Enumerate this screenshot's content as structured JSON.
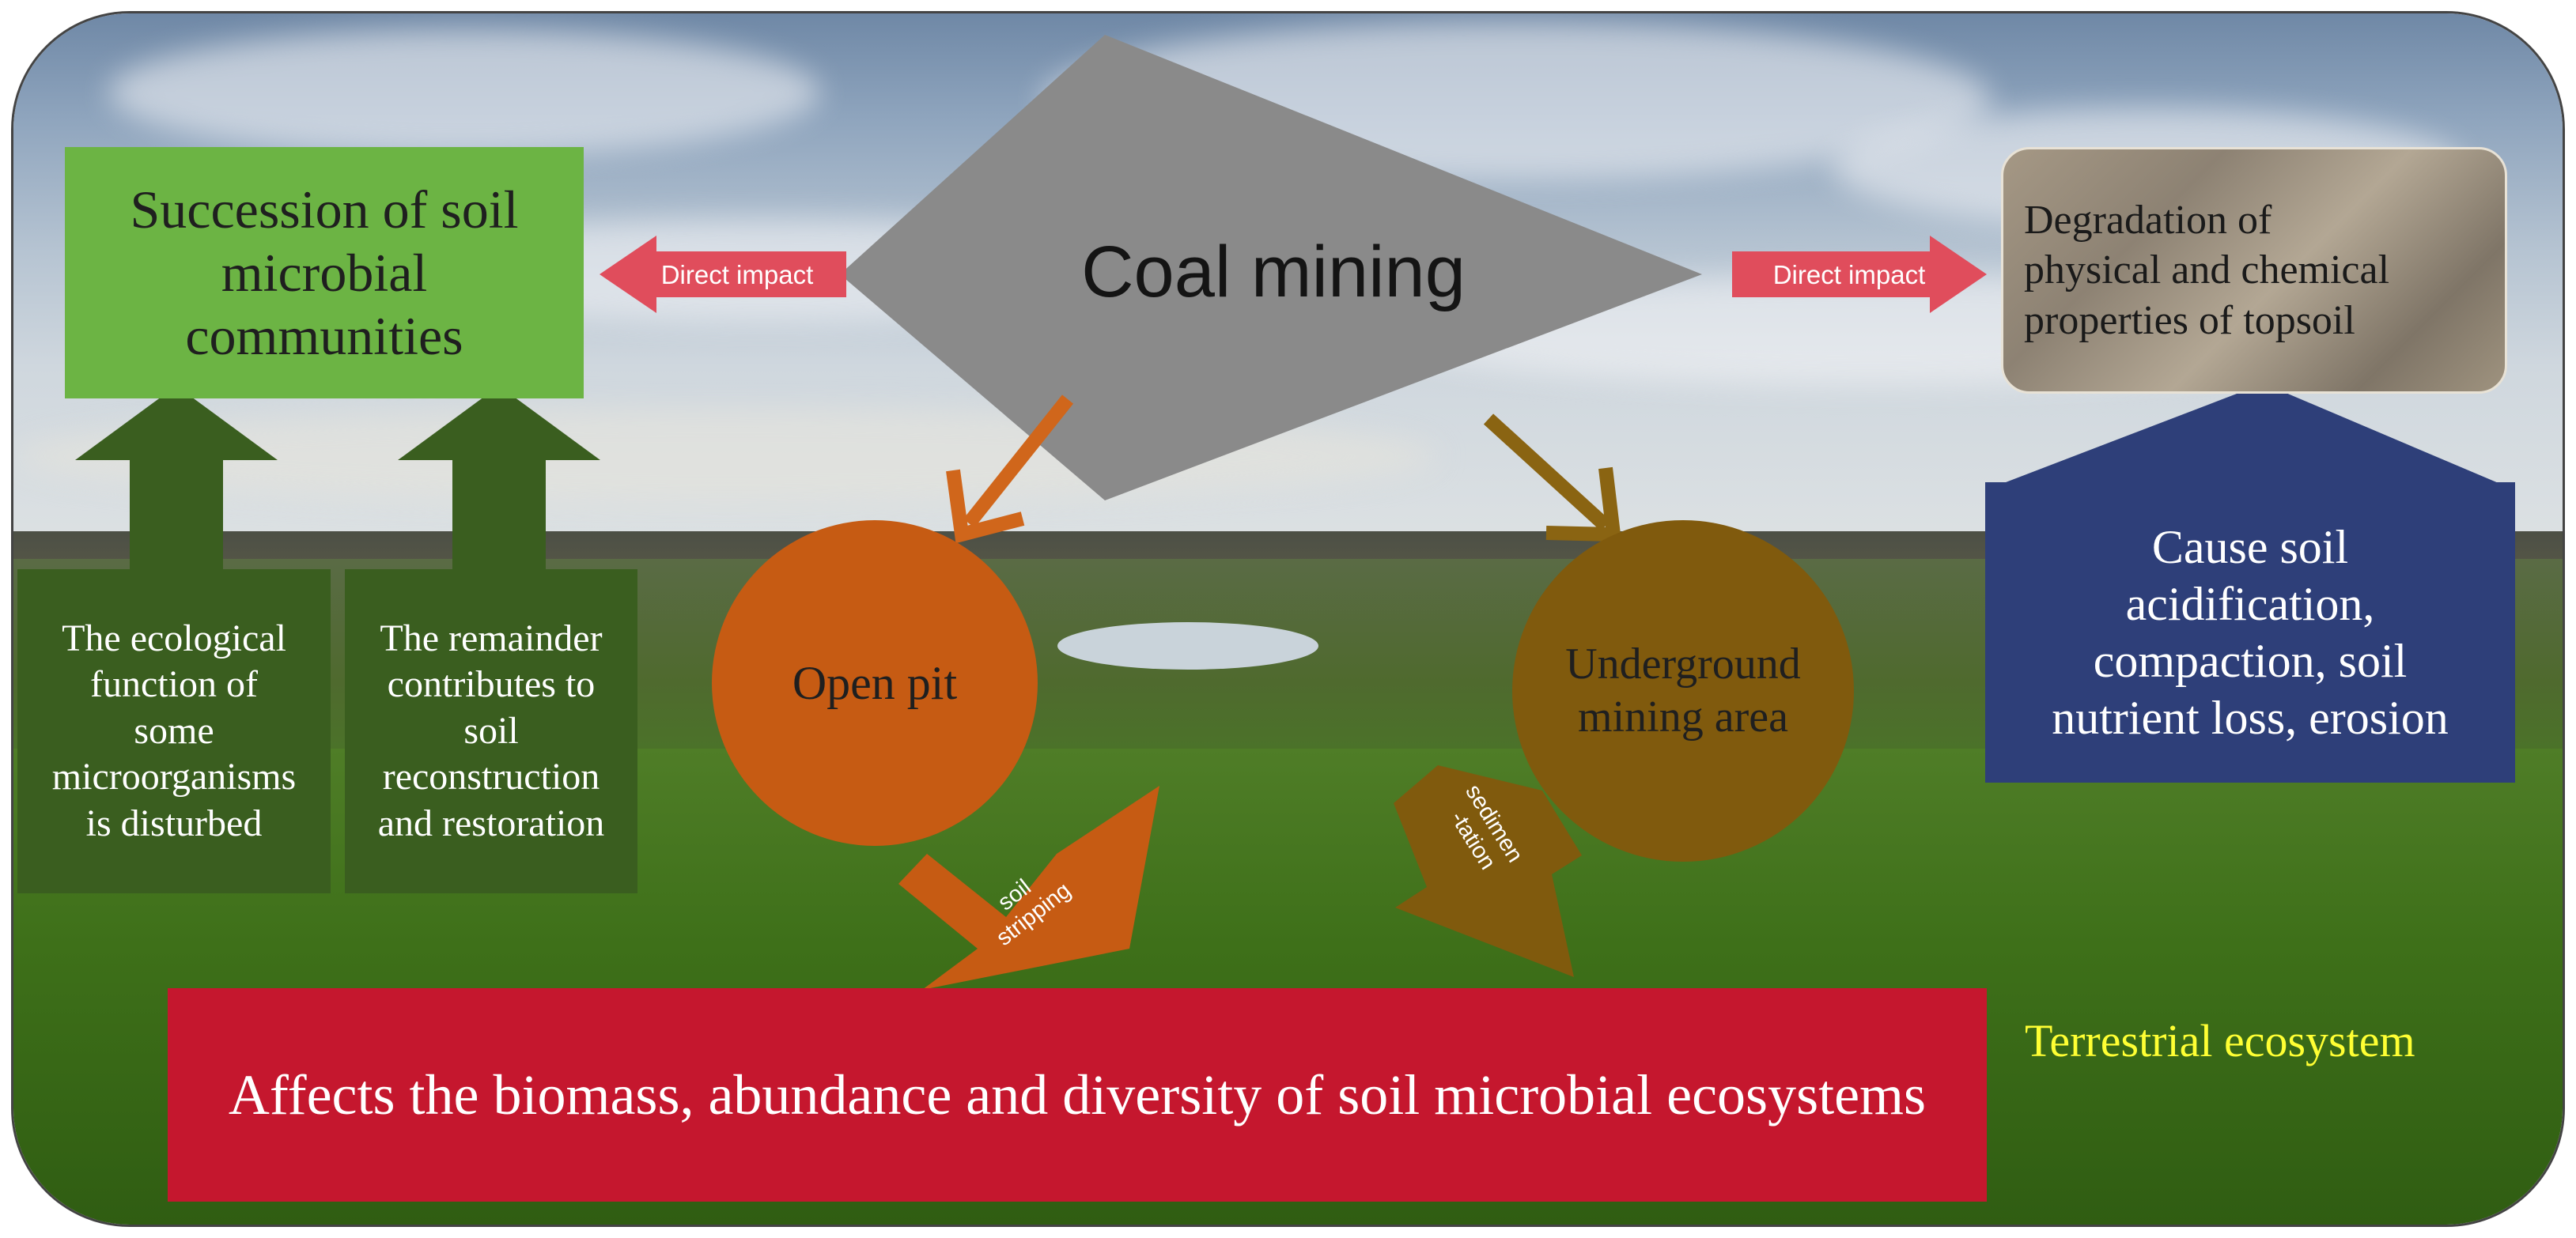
{
  "diagram": {
    "center": "Coal mining",
    "left_arrow_label": "Direct impact",
    "right_arrow_label": "Direct impact",
    "succession": [
      "Succession of soil",
      "microbial",
      "communities"
    ],
    "degradation": [
      "Degradation of",
      "physical and chemical",
      "properties of topsoil"
    ],
    "cause": [
      "Cause soil",
      "acidification,",
      "compaction, soil",
      "nutrient loss, erosion"
    ],
    "ecological_function": [
      "The ecological",
      "function of",
      "some",
      "microorganisms",
      "is disturbed"
    ],
    "remainder": [
      "The remainder",
      "contributes to",
      "soil",
      "reconstruction",
      "and restoration"
    ],
    "open_pit": "Open pit",
    "underground": [
      "Underground",
      "mining area"
    ],
    "soil_stripping": [
      "soil",
      "stripping"
    ],
    "sedimentation": [
      "sedimen",
      "-tation"
    ],
    "affects": "Affects the biomass, abundance and diversity of soil microbial ecosystems",
    "terrestrial": "Terrestrial ecosystem"
  },
  "colors": {
    "succession_green": "#6cb444",
    "dark_green": "#3a5e1f",
    "diamond_gray": "#8a8a8a",
    "direct_impact_red": "#e04d5c",
    "open_pit_orange": "#c65b13",
    "underground_brown": "#805a0d",
    "cause_navy": "#2e3f79",
    "affects_red": "#c5172e",
    "terrestrial_yellow": "#ffff33"
  }
}
